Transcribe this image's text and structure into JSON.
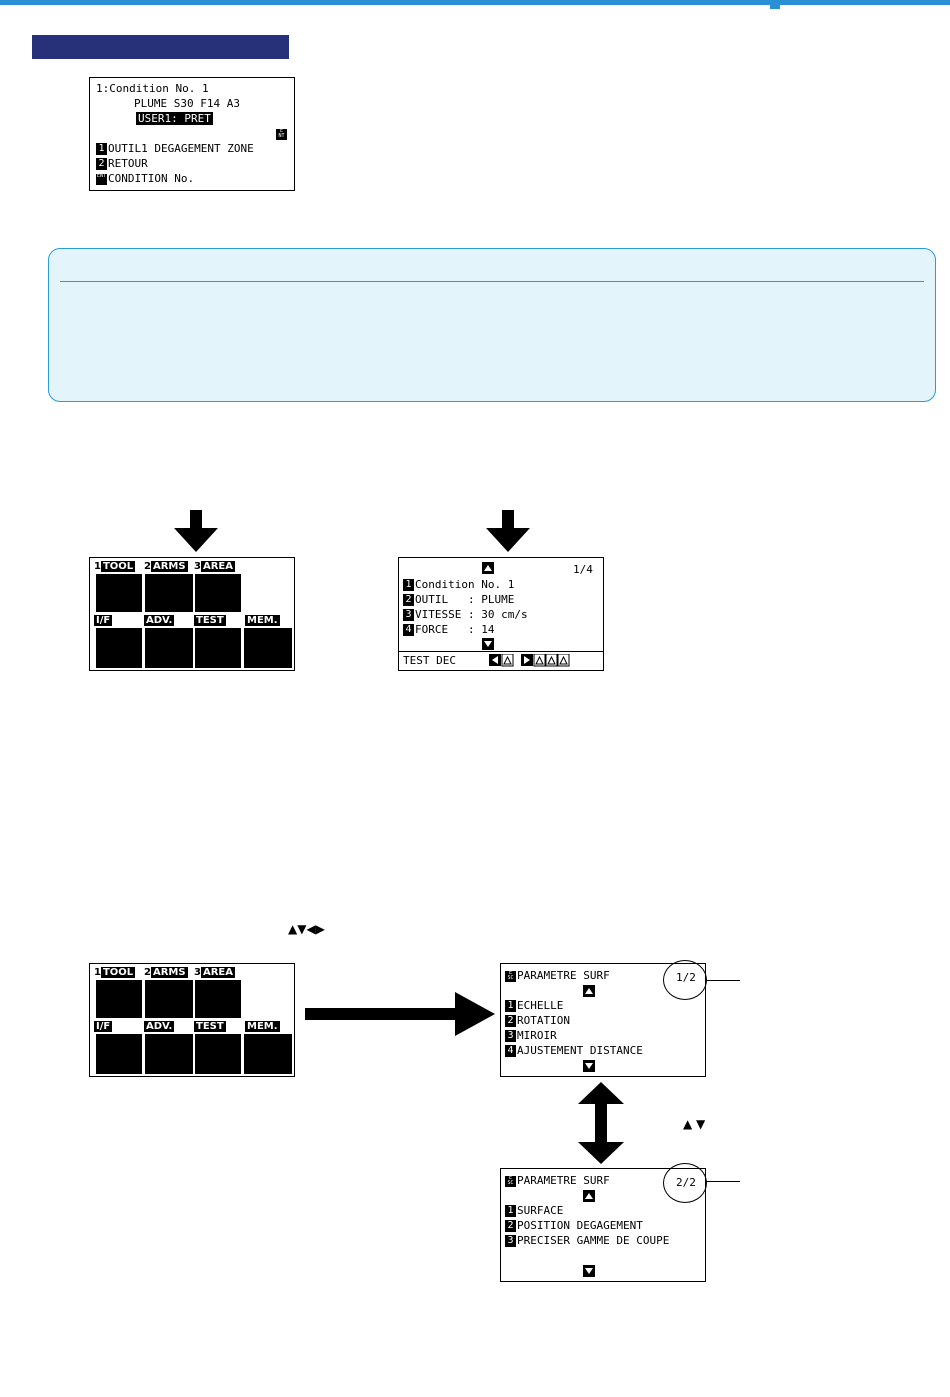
{
  "screen_condition": {
    "line1": "1:Condition No. 1",
    "line2": "PLUME S30 F14 A3",
    "status": "USER1: PRET",
    "item1_num": "1",
    "item1": "OUTIL1 DEGAGEMENT ZONE",
    "item2_num": "2",
    "item2": "RETOUR",
    "item3_key": "ENT",
    "item3": "CONDITION No."
  },
  "menu_grid": {
    "n1": "1",
    "tool": "TOOL",
    "n2": "2",
    "arms": "ARMS",
    "n3": "3",
    "area": "AREA",
    "if": "I/F",
    "adv": "ADV.",
    "test": "TEST",
    "mem": "MEM."
  },
  "screen_tool": {
    "page": "1/4",
    "n1": "1",
    "item1": "Condition No. 1",
    "n2": "2",
    "item2": "OUTIL   : PLUME",
    "n3": "3",
    "item3": "VITESSE : 30 cm/s",
    "n4": "4",
    "item4": "FORCE   : 14",
    "footer": "TEST DEC"
  },
  "screen_area1": {
    "title": "PARAMETRE SURF",
    "page": "1/2",
    "n1": "1",
    "item1": "ECHELLE",
    "n2": "2",
    "item2": "ROTATION",
    "n3": "3",
    "item3": "MIROIR",
    "n4": "4",
    "item4": "AJUSTEMENT DISTANCE"
  },
  "screen_area2": {
    "title": "PARAMETRE SURF",
    "page": "2/2",
    "n1": "1",
    "item1": "SURFACE",
    "n2": "2",
    "item2": "POSITION DEGAGEMENT",
    "n3": "3",
    "item3": "PRECISER GAMME DE COUPE"
  },
  "nav_arrows_text": "▲▼◀▶",
  "updown_text": "▲ ▼",
  "colors": {
    "accent": "#2a8fd4",
    "section": "#26317a",
    "info_bg": "#e3f4fb"
  }
}
